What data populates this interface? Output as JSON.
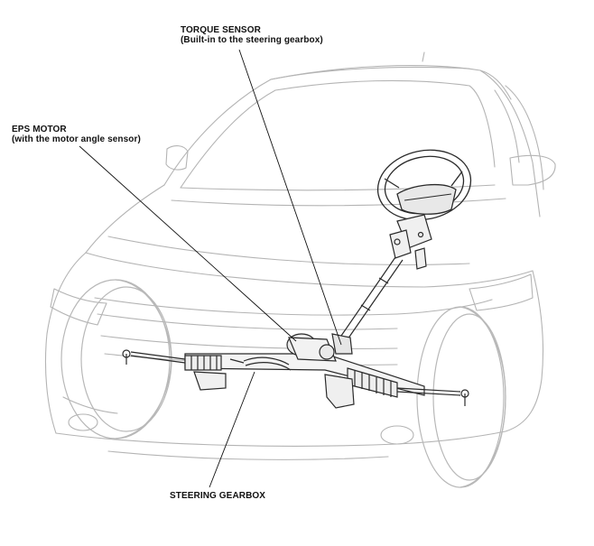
{
  "labels": {
    "torque_sensor": {
      "title": "TORQUE SENSOR",
      "subtitle": "(Built-in to the steering gearbox)"
    },
    "eps_motor": {
      "title": "EPS MOTOR",
      "subtitle": "(with the motor angle sensor)"
    },
    "steering_gearbox": {
      "title": "STEERING GEARBOX"
    }
  },
  "colors": {
    "body_lines": "#b4b4b4",
    "component_lines": "#2a2a2a",
    "leader_lines": "#111111"
  }
}
